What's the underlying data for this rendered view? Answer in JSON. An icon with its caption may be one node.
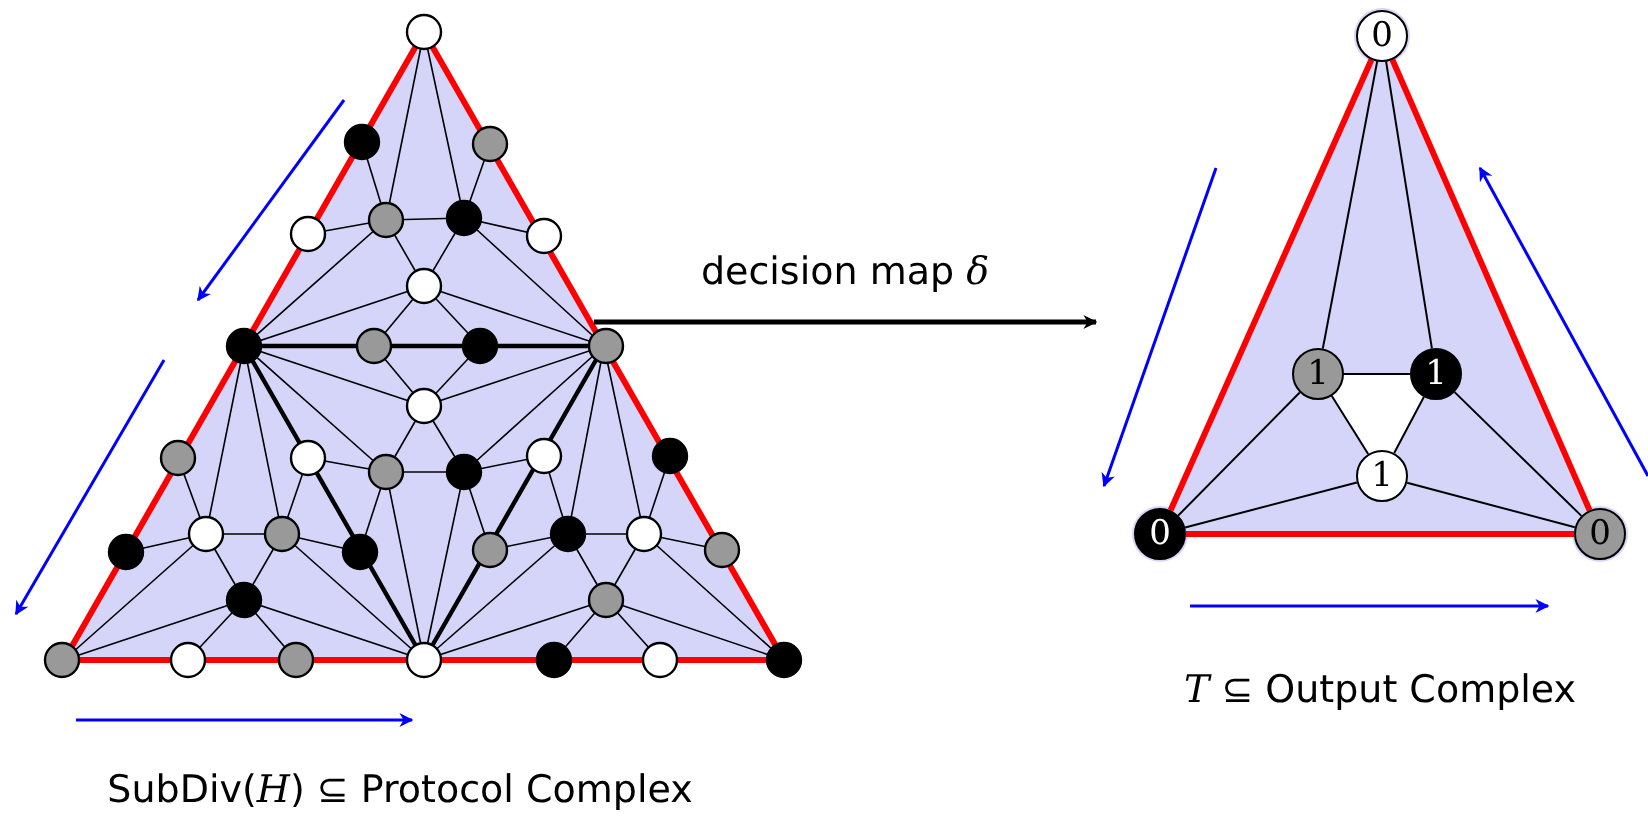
{
  "diagram": {
    "nodes": [
      {
        "text": [],
        "shape": "picture",
        "beside": [
          "SubDiv(*H*) ⊆ Protocol Complex"
        ]
      },
      {
        "text": [],
        "shape": "picture",
        "beside": [
          "*T* ⊆ Output Complex"
        ]
      },
      {
        "text": [
          "0"
        ]
      },
      {
        "text": [
          "0"
        ]
      },
      {
        "text": [
          "0"
        ]
      },
      {
        "text": [
          "1"
        ],
        "in": 1
      },
      {
        "text": [
          "1"
        ],
        "in": 1
      },
      {
        "text": [
          "1"
        ],
        "in": 1
      }
    ],
    "edges": [
      {
        "from": 0,
        "to": 1,
        "arrow": "to",
        "label": "decision map *δ*",
        "style": "thick"
      },
      {
        "from": 2,
        "to": 3,
        "arrow": "none",
        "style": "thick",
        "color": "#ff0000"
      },
      {
        "from": 3,
        "to": 4,
        "arrow": "none",
        "style": "thick",
        "color": "#ff0000"
      },
      {
        "from": 4,
        "to": 2,
        "arrow": "none",
        "style": "thick",
        "color": "#ff0000"
      },
      {
        "from": 5,
        "to": 6,
        "arrow": "none"
      },
      {
        "from": 5,
        "to": 7,
        "arrow": "none"
      },
      {
        "from": 6,
        "to": 7,
        "arrow": "none"
      },
      {
        "from": 2,
        "to": 5,
        "arrow": "none"
      },
      {
        "from": 2,
        "to": 6,
        "arrow": "none"
      },
      {
        "from": 3,
        "to": 5,
        "arrow": "none"
      },
      {
        "from": 3,
        "to": 7,
        "arrow": "none"
      },
      {
        "from": 4,
        "to": 6,
        "arrow": "none"
      },
      {
        "from": 4,
        "to": 7,
        "arrow": "none"
      }
    ]
  }
}
